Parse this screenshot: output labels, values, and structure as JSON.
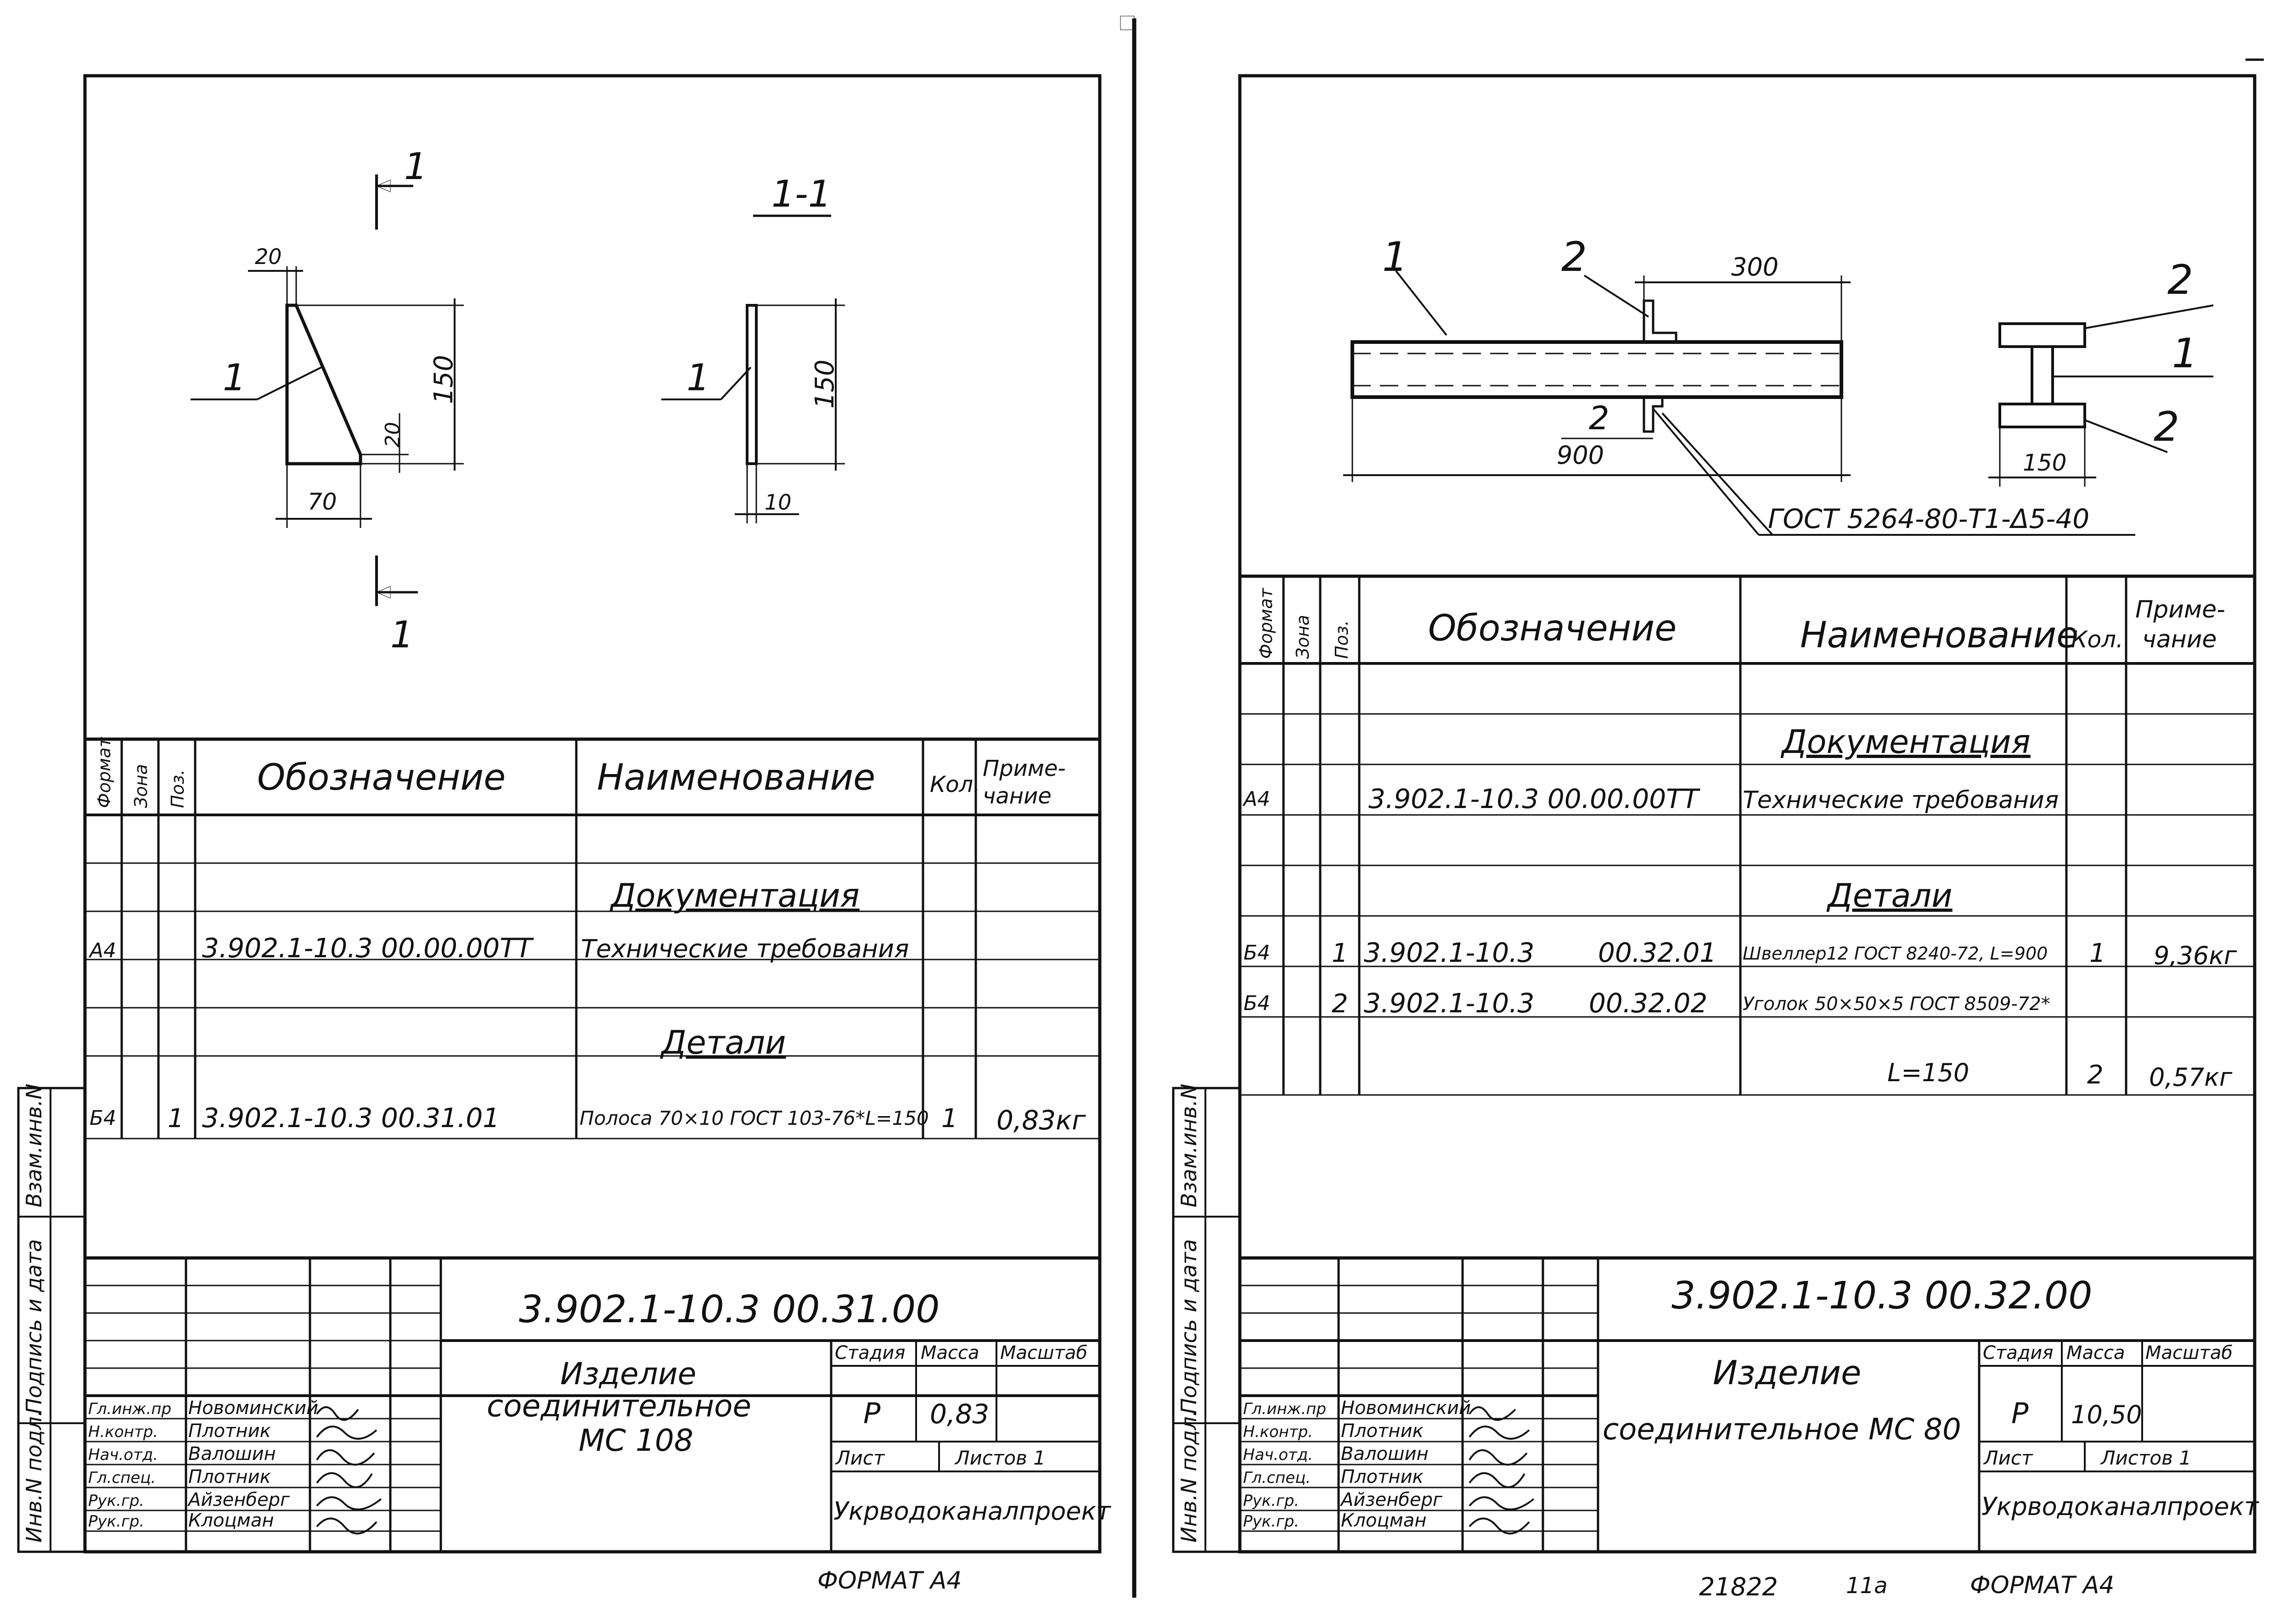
{
  "left": {
    "section_marks": {
      "top": "1",
      "bottom": "1"
    },
    "section_title": "1-1",
    "leader_label_a": "1",
    "leader_label_b": "1",
    "dims": {
      "top_20": "20",
      "height_150": "150",
      "chamfer_20": "20",
      "width_70": "70",
      "sec_150": "150",
      "sec_10": "10"
    },
    "spec": {
      "headers": {
        "format": "Формат",
        "zone": "Зона",
        "pos": "Поз.",
        "designation": "Обозначение",
        "name": "Наименование",
        "qty": "Кол.",
        "note": "Приме-\nчание"
      },
      "section_docs": "Документация",
      "docs_row": {
        "format": "А4",
        "designation": "3.902.1-10.3  00.00.00ТТ",
        "name": "Технические требования"
      },
      "section_details": "Детали",
      "detail_row": {
        "format": "Б4",
        "pos": "1",
        "designation": "3.902.1-10.3  00.31.01",
        "name": "Полоса 70×10 ГОСТ 103-76*L=150",
        "qty": "1",
        "note": "0,83кг"
      }
    },
    "title_block": {
      "code": "3.902.1-10.3  00.31.00",
      "name_line1": "Изделие",
      "name_line2": "соединительное",
      "name_line3": "МС 108",
      "stage_label": "Стадия",
      "mass_label": "Масса",
      "scale_label": "Масштаб",
      "stage": "Р",
      "mass": "0,83",
      "sheet_label": "Лист",
      "sheets_label": "Листов 1",
      "org": "Укрводоканалпроект",
      "roles": [
        "Гл.инж.пр",
        "Н.контр.",
        "Нач.отд.",
        "Гл.спец.",
        "Рук.гр.",
        "Рук.гр."
      ],
      "people": [
        "Новоминский",
        "Плотник",
        "Валошин",
        "Плотник",
        "Айзенберг",
        "Клоцман"
      ]
    },
    "format_footer": "ФОРМАТ А4",
    "side_stamp": [
      "Инв.N подл.",
      "Подпись и дата",
      "Взам.инв.N"
    ]
  },
  "right": {
    "labels": {
      "part1": "1",
      "part2_top": "2",
      "part2_bottom": "2",
      "right_2a": "2",
      "right_1": "1",
      "right_2b": "2"
    },
    "dims": {
      "len300": "300",
      "len900": "900",
      "w150": "150"
    },
    "weld_note": "ГОСТ 5264-80-Т1-Δ5-40",
    "spec": {
      "headers": {
        "format": "Формат",
        "zone": "Зона",
        "pos": "Поз.",
        "designation": "Обозначение",
        "name": "Наименование",
        "qty": "Кол.",
        "note": "Приме-\nчание"
      },
      "section_docs": "Документация",
      "docs_row": {
        "format": "А4",
        "designation": "3.902.1-10.3     00.00.00ТТ",
        "name": "Технические требования"
      },
      "section_details": "Детали",
      "row1": {
        "format": "Б4",
        "pos": "1",
        "des_a": "3.902.1-10.3",
        "des_b": "00.32.01",
        "name": "Швеллер12 ГОСТ 8240-72, L=900",
        "qty": "1",
        "note": "9,36кг"
      },
      "row2": {
        "format": "Б4",
        "pos": "2",
        "des_a": "3.902.1-10.3",
        "des_b": "00.32.02",
        "name": "Уголок 50×50×5 ГОСТ 8509-72*"
      },
      "row2b": {
        "name": "L=150",
        "qty": "2",
        "note": "0,57кг"
      }
    },
    "title_block": {
      "code": "3.902.1-10.3  00.32.00",
      "name_line1": "Изделие",
      "name_line2": "соединительное МС 80",
      "stage_label": "Стадия",
      "mass_label": "Масса",
      "scale_label": "Масштаб",
      "stage": "Р",
      "mass": "10,50",
      "sheet_label": "Лист",
      "sheets_label": "Листов 1",
      "org": "Укрводоканалпроект",
      "roles": [
        "Гл.инж.пр",
        "Н.контр.",
        "Нач.отд.",
        "Гл.спец.",
        "Рук.гр.",
        "Рук.гр."
      ],
      "people": [
        "Новоминский",
        "Плотник",
        "Валошин",
        "Плотник",
        "Айзенберг",
        "Клоцман"
      ]
    },
    "footer_num": "21822",
    "footer_page": "11а",
    "format_footer": "ФОРМАТ А4",
    "side_stamp": [
      "Инв.N подл.",
      "Подпись и дата",
      "Взам.инв.N"
    ]
  }
}
